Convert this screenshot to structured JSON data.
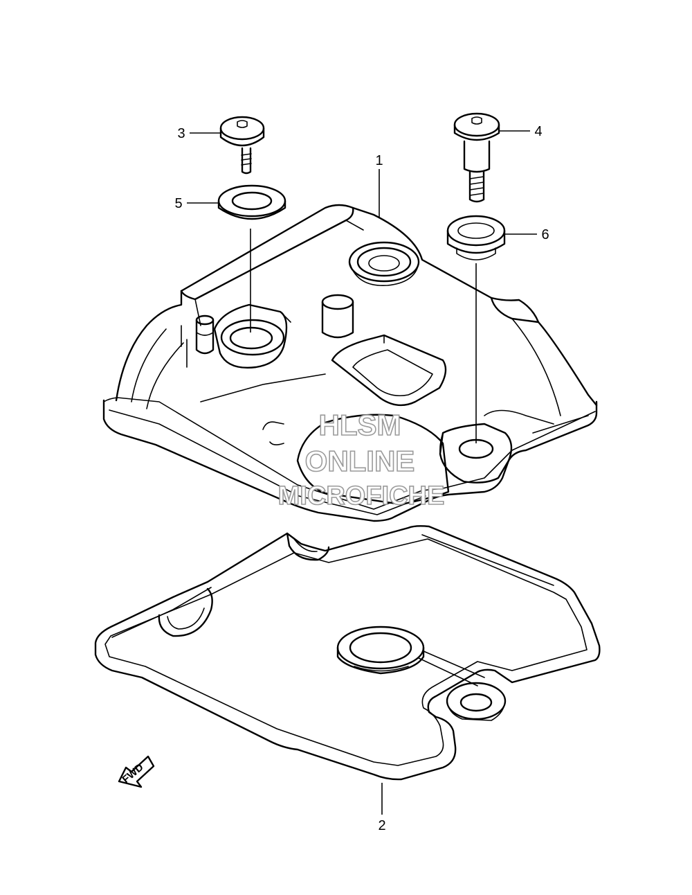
{
  "callouts": [
    {
      "id": "1",
      "label": "1"
    },
    {
      "id": "2",
      "label": "2"
    },
    {
      "id": "3",
      "label": "3"
    },
    {
      "id": "4",
      "label": "4"
    },
    {
      "id": "5",
      "label": "5"
    },
    {
      "id": "6",
      "label": "6"
    }
  ],
  "watermark": {
    "line1": "HLSM",
    "line2": "ONLINE",
    "line3": "MICROFICHE"
  },
  "direction_marker": {
    "label": "FWD"
  }
}
